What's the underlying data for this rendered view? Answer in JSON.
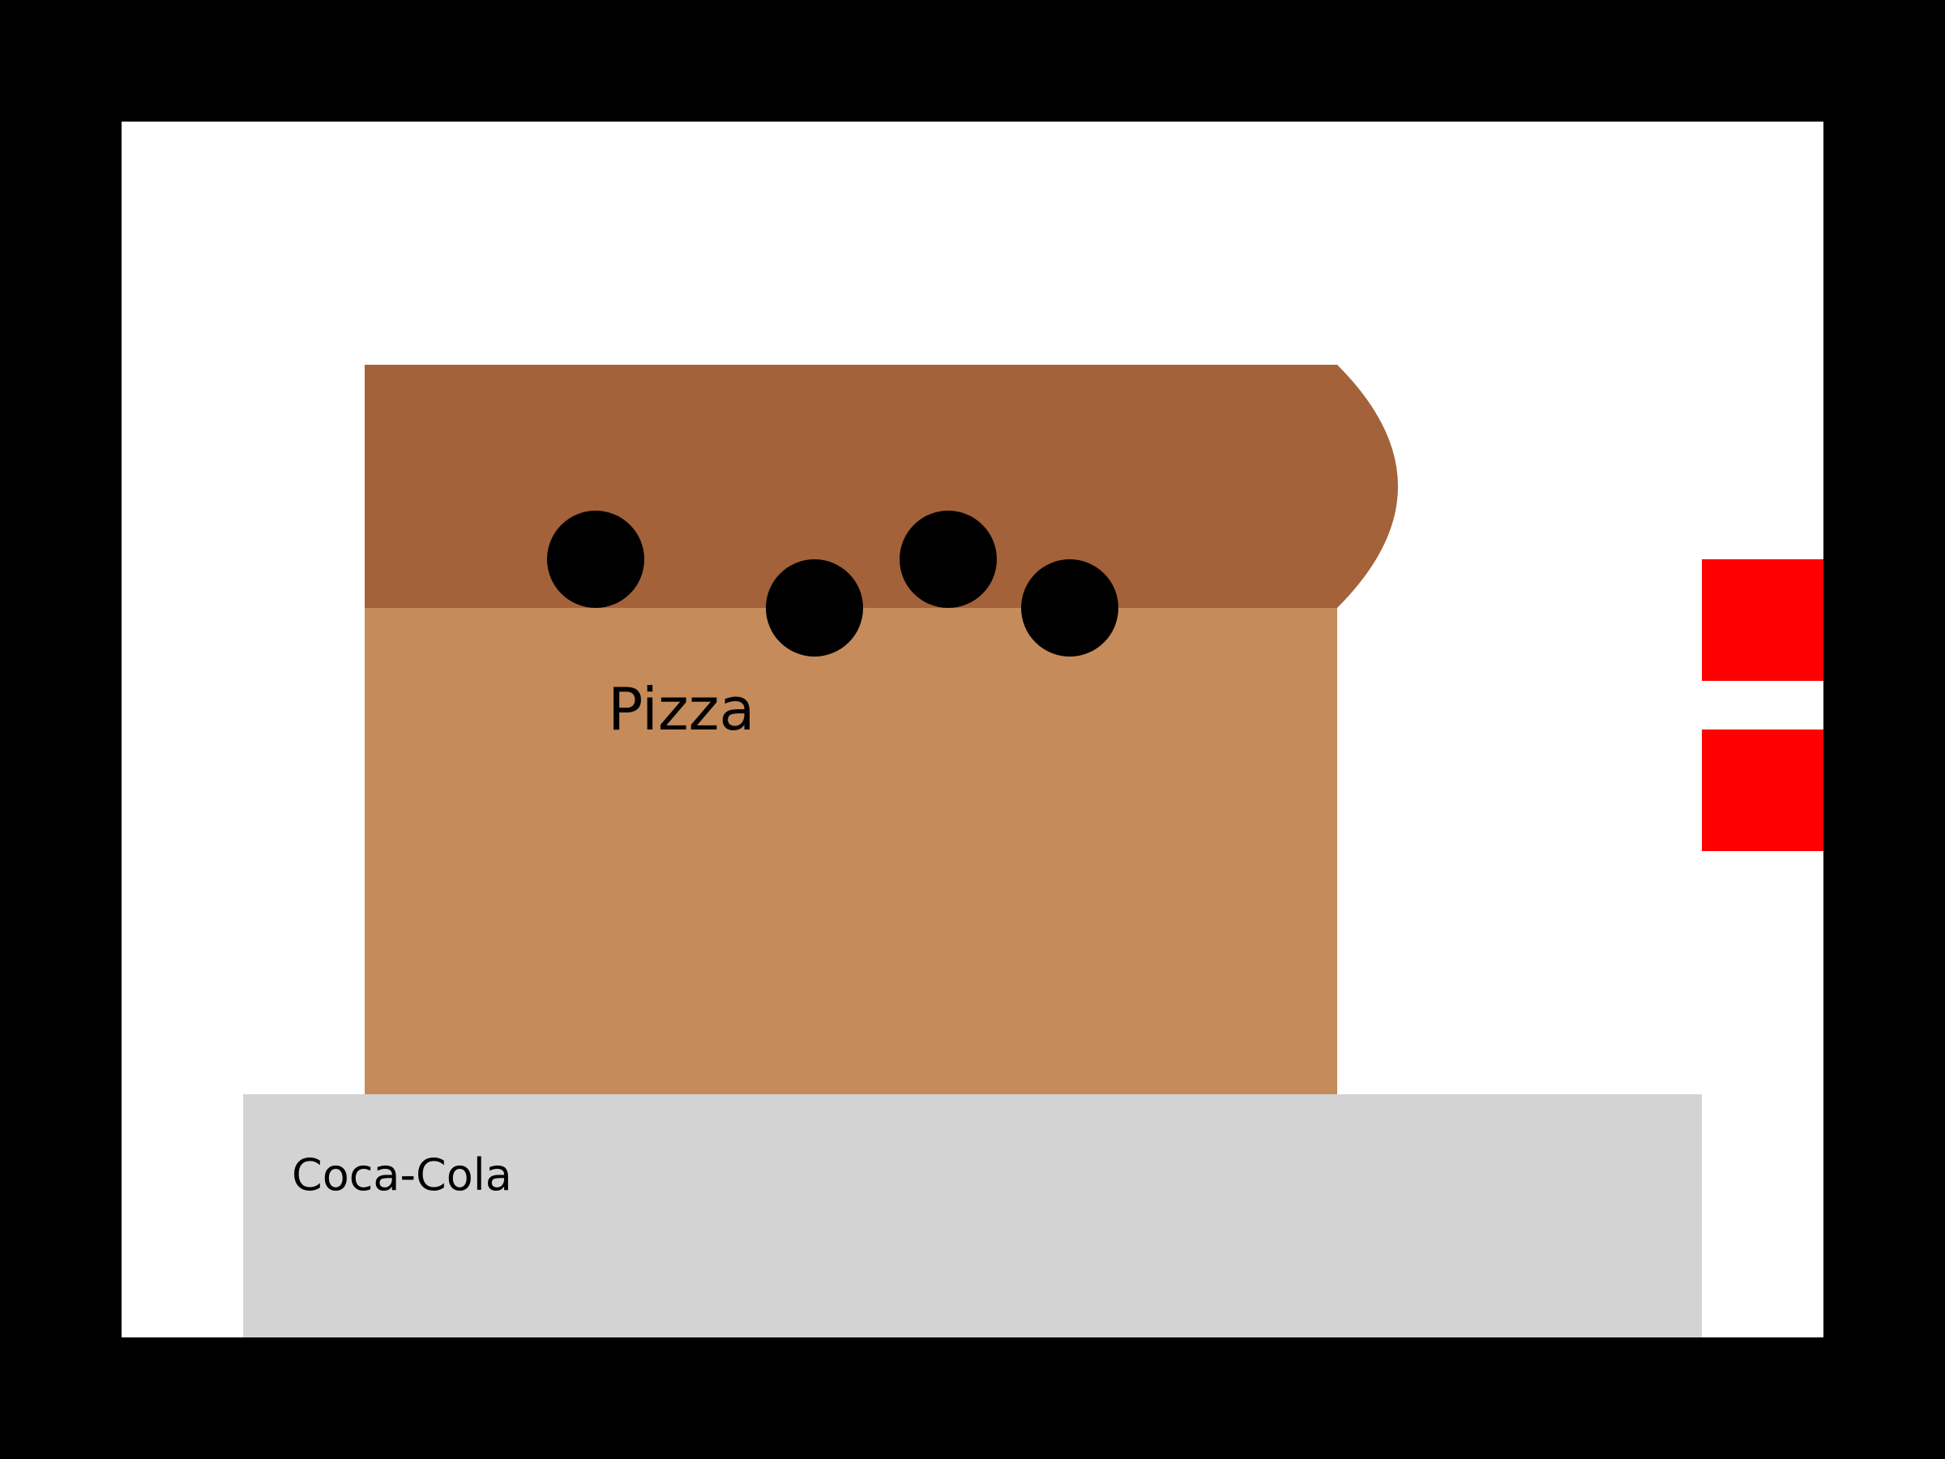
{
  "scene": {
    "pizza_label": "Pizza",
    "cola_label": "Coca-Cola"
  },
  "colors": {
    "background": "#000000",
    "canvas": "#ffffff",
    "box_top": "#a36239",
    "box_body": "#c58b5b",
    "pepperoni": "#000000",
    "cola_panel": "#d3d3d3",
    "side_marks": "#ff0000"
  },
  "pepperoni_count": 4,
  "side_mark_count": 2
}
